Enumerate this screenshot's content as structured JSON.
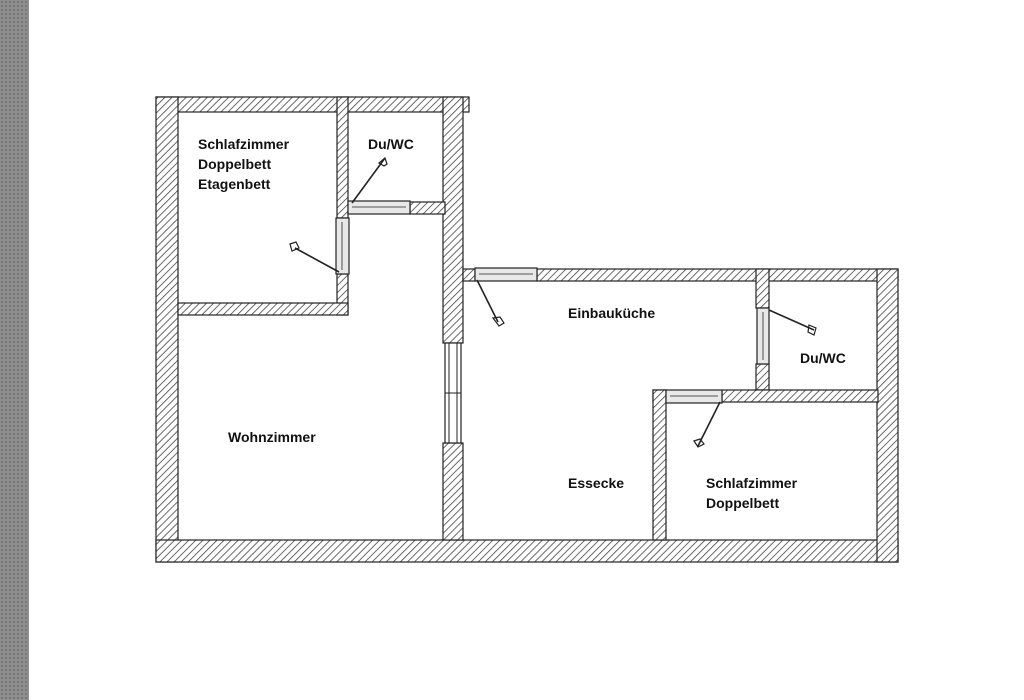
{
  "floorplan": {
    "rooms": [
      {
        "id": "bedroom-1",
        "lines": [
          "Schlafzimmer",
          "Doppelbett",
          "Etagenbett"
        ]
      },
      {
        "id": "bath-1",
        "lines": [
          "Du/WC"
        ]
      },
      {
        "id": "living",
        "lines": [
          "Wohnzimmer"
        ]
      },
      {
        "id": "kitchen",
        "lines": [
          "Einbauküche"
        ]
      },
      {
        "id": "bath-2",
        "lines": [
          "Du/WC"
        ]
      },
      {
        "id": "dining",
        "lines": [
          "Essecke"
        ]
      },
      {
        "id": "bedroom-2",
        "lines": [
          "Schlafzimmer",
          "Doppelbett"
        ]
      }
    ]
  },
  "colors": {
    "wall_fill": "#ffffff",
    "wall_hatch": "#444444",
    "wall_outline": "#222222",
    "door_panel": "#e8e8e8",
    "sidebar": "#8e8e8e"
  }
}
